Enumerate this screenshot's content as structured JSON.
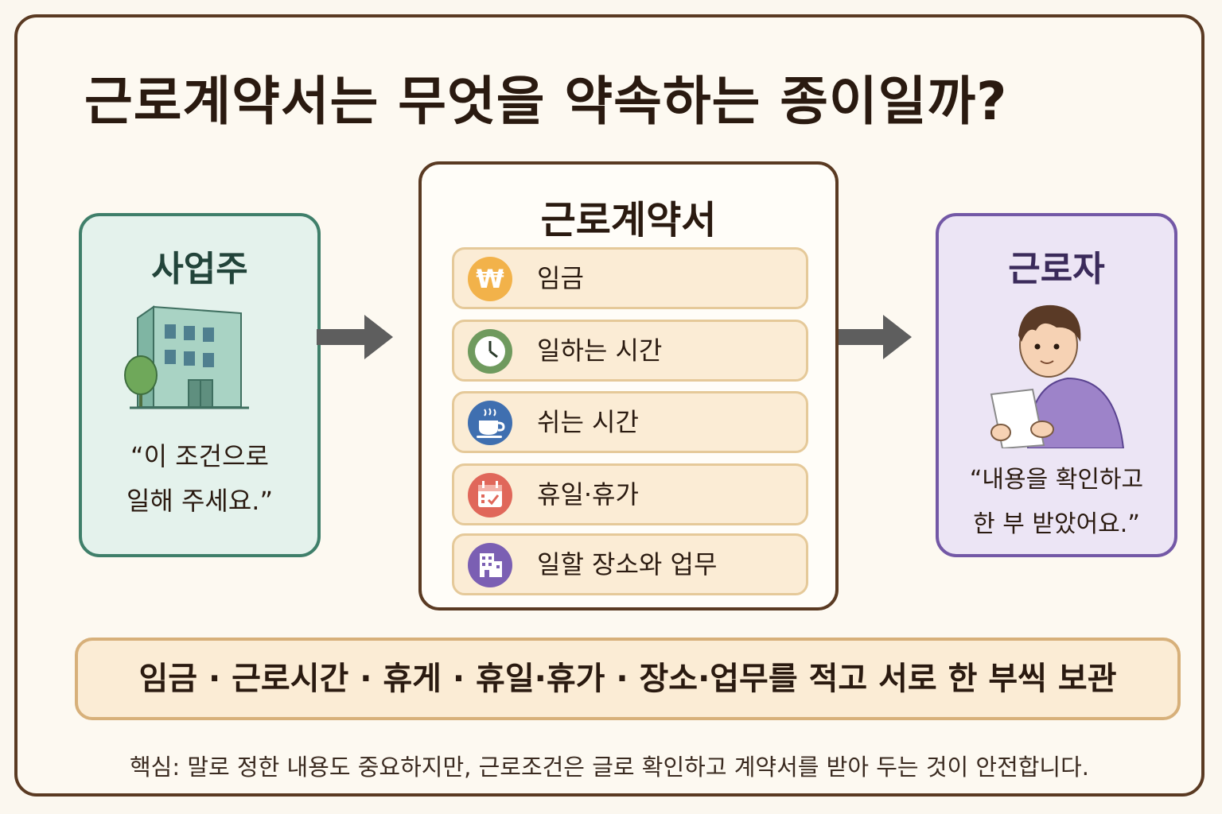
{
  "title": "근로계약서는 무엇을 약속하는 종이일까?",
  "employer": {
    "title": "사업주",
    "quote_line1": "“이 조건으로",
    "quote_line2": "일해 주세요.”",
    "icon": "office-building-icon"
  },
  "contract": {
    "title": "근로계약서",
    "terms": [
      {
        "label": "임금",
        "icon": "won-coin-icon",
        "color": "#f2b24a"
      },
      {
        "label": "일하는 시간",
        "icon": "clock-icon",
        "color": "#6f9a5e"
      },
      {
        "label": "쉬는 시간",
        "icon": "coffee-cup-icon",
        "color": "#3f6fb0"
      },
      {
        "label": "휴일·휴가",
        "icon": "calendar-icon",
        "color": "#e0675a"
      },
      {
        "label": "일할 장소와 업무",
        "icon": "building-icon",
        "color": "#7b5fb3"
      }
    ]
  },
  "worker": {
    "title": "근로자",
    "quote_line1": "“내용을 확인하고",
    "quote_line2": "한 부 받았어요.”",
    "icon": "person-reading-icon"
  },
  "summary": "임금 · 근로시간 · 휴게 · 휴일·휴가 · 장소·업무를 적고 서로 한 부씩 보관",
  "footnote": "핵심: 말로 정한 내용도 중요하지만, 근로조건은 글로 확인하고 계약서를 받아 두는 것이 안전합니다.",
  "colors": {
    "border": "#5a3a22",
    "employer": "#3f7f6a",
    "worker": "#7358a6",
    "term_bg": "#fbecd5"
  }
}
